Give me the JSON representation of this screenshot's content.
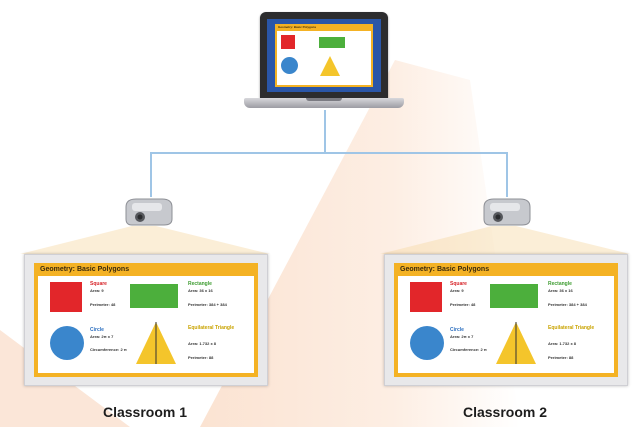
{
  "slide": {
    "title": "Geometry: Basic Polygons",
    "square": {
      "name": "Square",
      "area": "Area: 9",
      "perimeter": "Perimeter: 48"
    },
    "rectangle": {
      "name": "Rectangle",
      "area": "Area: 36 x 16",
      "perimeter": "Perimeter: 384 + 384"
    },
    "circle": {
      "name": "Circle",
      "area": "Area: 2π x 7",
      "circumference": "Circumference: 2 π"
    },
    "triangle": {
      "name": "Equilateral Triangle",
      "area": "Area: 1.732 x 8",
      "perimeter": "Perimeter: 88"
    }
  },
  "classrooms": [
    {
      "label": "Classroom 1"
    },
    {
      "label": "Classroom 2"
    }
  ],
  "colors": {
    "slide_header": "#f4b224",
    "laptop_screen": "#2a56a8",
    "wire": "#9fc5e6",
    "background_accent": "#fbe1cf"
  }
}
